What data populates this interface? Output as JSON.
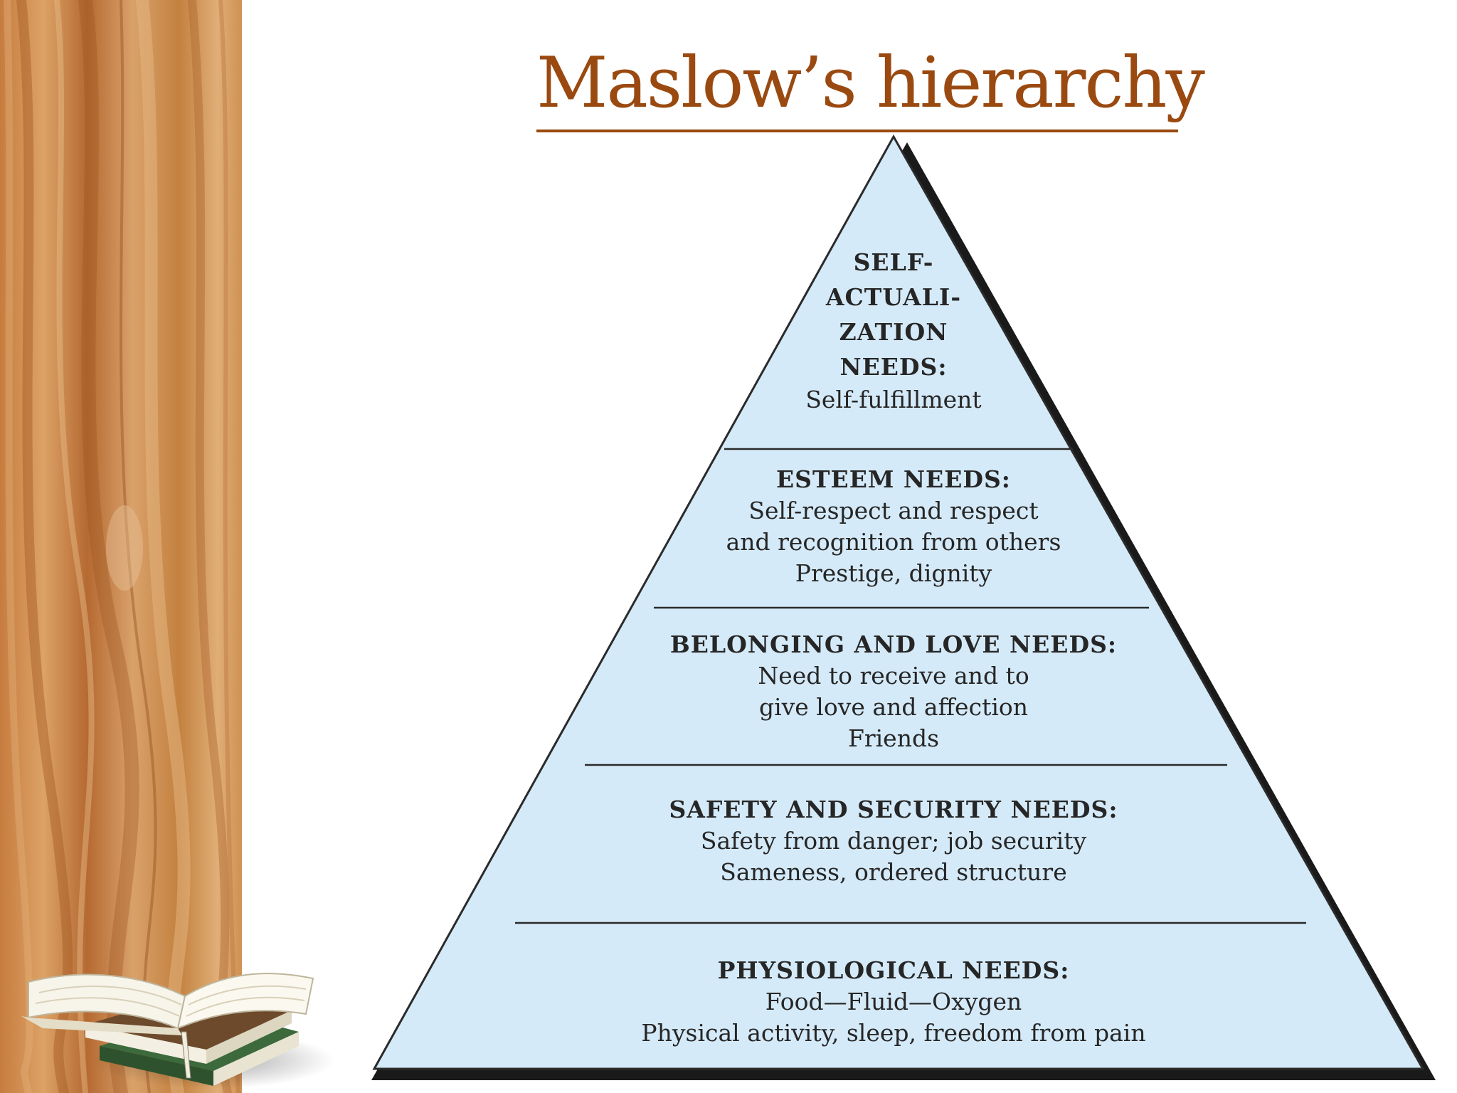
{
  "title": "Maslow’s hierarchy",
  "colors": {
    "title": "#9a4a10",
    "pyramid_fill": "#d5eaf8",
    "pyramid_outline": "#2b2b2b",
    "shadow": "#1a1a1a",
    "text": "#262626",
    "wood_light": "#dba068",
    "wood_dark": "#a8612e"
  },
  "pyramid": {
    "tiers": [
      {
        "heading": "SELF-\nACTUALI-\nZATION\nNEEDS:",
        "lines": [
          "Self-fulfillment"
        ]
      },
      {
        "heading": "ESTEEM NEEDS:",
        "lines": [
          "Self-respect and respect",
          "and recognition from others",
          "Prestige, dignity"
        ]
      },
      {
        "heading": "BELONGING AND LOVE NEEDS:",
        "lines": [
          "Need to receive and to",
          "give love and affection",
          "Friends"
        ]
      },
      {
        "heading": "SAFETY AND SECURITY NEEDS:",
        "lines": [
          "Safety from danger; job security",
          "Sameness, ordered structure"
        ]
      },
      {
        "heading": "PHYSIOLOGICAL NEEDS:",
        "lines": [
          "Food—Fluid—Oxygen",
          "Physical activity, sleep, freedom from pain"
        ]
      }
    ]
  },
  "decor": {
    "left_panel": "wood-grain-panel",
    "corner_icon": "open-books-icon"
  }
}
